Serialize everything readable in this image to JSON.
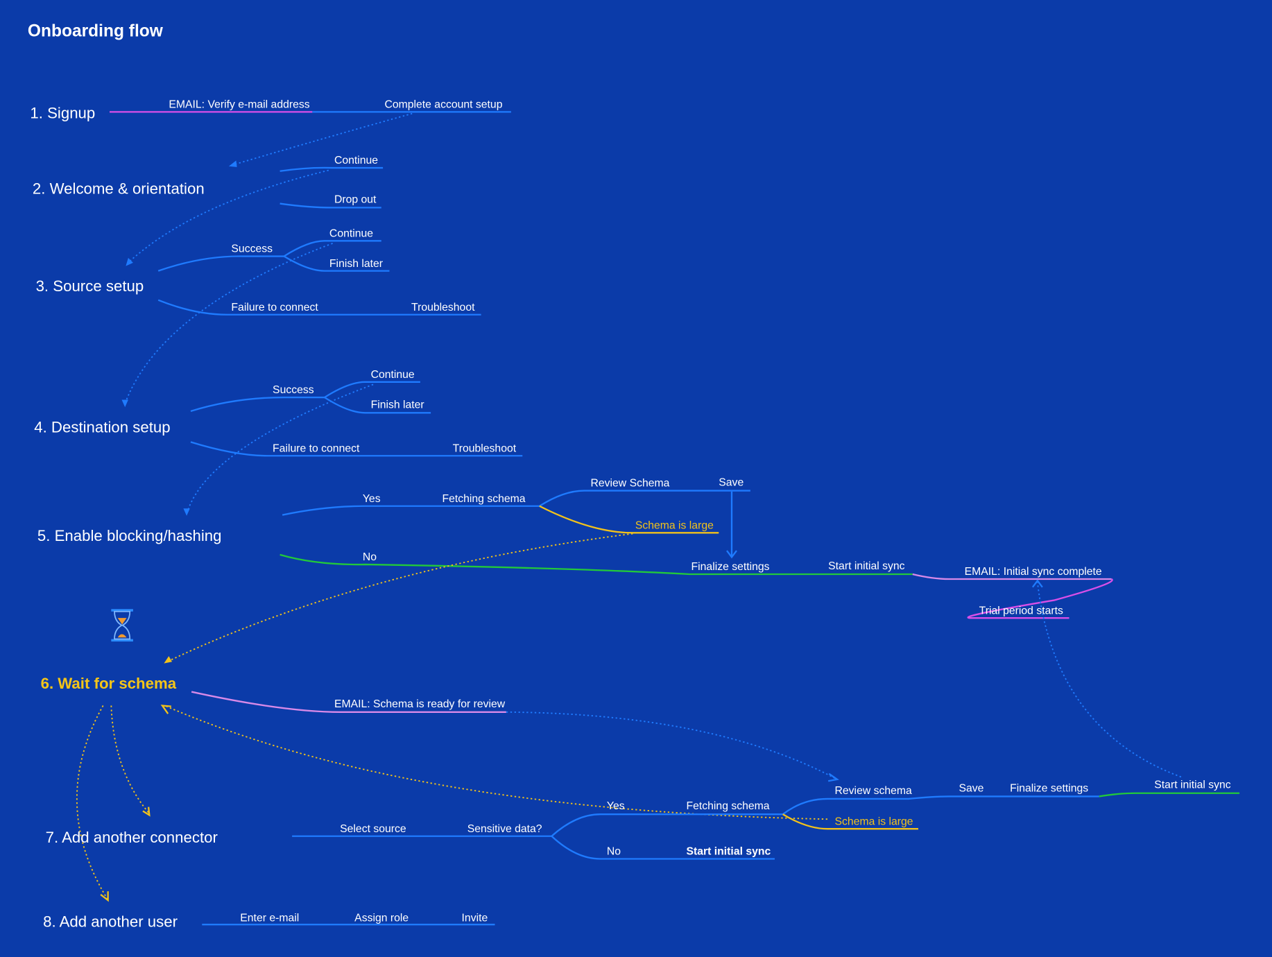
{
  "title": "Onboarding flow",
  "steps": {
    "s1": "1. Signup",
    "s2": "2. Welcome & orientation",
    "s3": "3. Source setup",
    "s4": "4. Destination setup",
    "s5": "5. Enable blocking/hashing",
    "s6": "6. Wait for schema",
    "s7": "7. Add another connector",
    "s8": "8. Add another user"
  },
  "signup": {
    "email": "EMAIL: Verify e-mail address",
    "complete": "Complete account setup"
  },
  "welcome": {
    "continue": "Continue",
    "drop": "Drop out"
  },
  "source": {
    "success": "Success",
    "continue": "Continue",
    "finish": "Finish later",
    "failure": "Failure to connect",
    "troubleshoot": "Troubleshoot"
  },
  "destination": {
    "success": "Success",
    "continue": "Continue",
    "finish": "Finish later",
    "failure": "Failure to connect",
    "troubleshoot": "Troubleshoot"
  },
  "blocking": {
    "yes": "Yes",
    "fetching": "Fetching schema",
    "review": "Review Schema",
    "save": "Save",
    "large": "Schema is large",
    "no": "No",
    "finalize": "Finalize settings",
    "start": "Start initial sync",
    "email_sync": "EMAIL: Initial sync complete",
    "trial": "Trial period starts"
  },
  "wait": {
    "email": "EMAIL: Schema is ready for review"
  },
  "connector": {
    "select": "Select source",
    "sensitive": "Sensitive data?",
    "yes": "Yes",
    "fetching": "Fetching schema",
    "review": "Review schema",
    "save": "Save",
    "finalize": "Finalize settings",
    "start": "Start initial sync",
    "large": "Schema is large",
    "no": "No",
    "start_no": "Start initial sync"
  },
  "user": {
    "email": "Enter e-mail",
    "role": "Assign role",
    "invite": "Invite"
  },
  "icons": {
    "wait": "hourglass-icon"
  },
  "colors": {
    "background": "#0b3ba9",
    "line": "#1f7bff",
    "highlight": "#f2c21b",
    "email": "#d94fe8",
    "happy_path": "#22c93a"
  }
}
